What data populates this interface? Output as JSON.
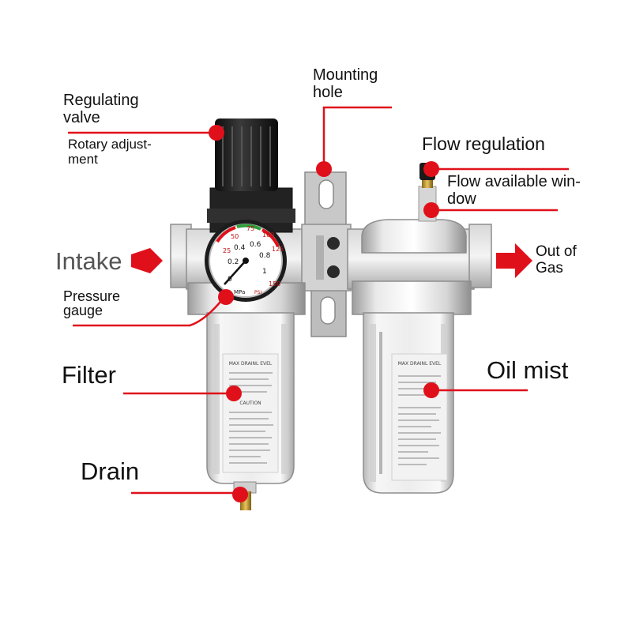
{
  "labels": {
    "regulating_valve_line1": "Regulating",
    "regulating_valve_line2": "valve",
    "rotary_adjustment_line1": "Rotary adjust-",
    "rotary_adjustment_line2": "ment",
    "mounting_hole_line1": "Mounting",
    "mounting_hole_line2": "hole",
    "flow_regulation": "Flow regulation",
    "flow_window_line1": "Flow available win-",
    "flow_window_line2": "dow",
    "intake": "Intake",
    "out_of_gas_line1": "Out of",
    "out_of_gas_line2": "Gas",
    "pressure_gauge_line1": "Pressure",
    "pressure_gauge_line2": "gauge",
    "filter": "Filter",
    "oil_mist": "Oil mist",
    "drain": "Drain"
  },
  "gauge": {
    "ticks": [
      "0",
      "0.2",
      "0.4",
      "0.6",
      "0.8",
      "1"
    ],
    "outer_ticks": [
      "25",
      "50",
      "75",
      "100",
      "125",
      "150"
    ],
    "unit": "MPa",
    "unit2": "PSI"
  },
  "bowl_text": {
    "filter_title": "MAX DRAINL EVEL",
    "filter_caution": "CAUTION",
    "oil_title": "MAX DRAINL EVEL"
  },
  "colors": {
    "callout_red": "#e0101a",
    "metal_light": "#e4e4e4",
    "metal_dark": "#9a9a9a",
    "knob_black": "#1a1a1a"
  }
}
